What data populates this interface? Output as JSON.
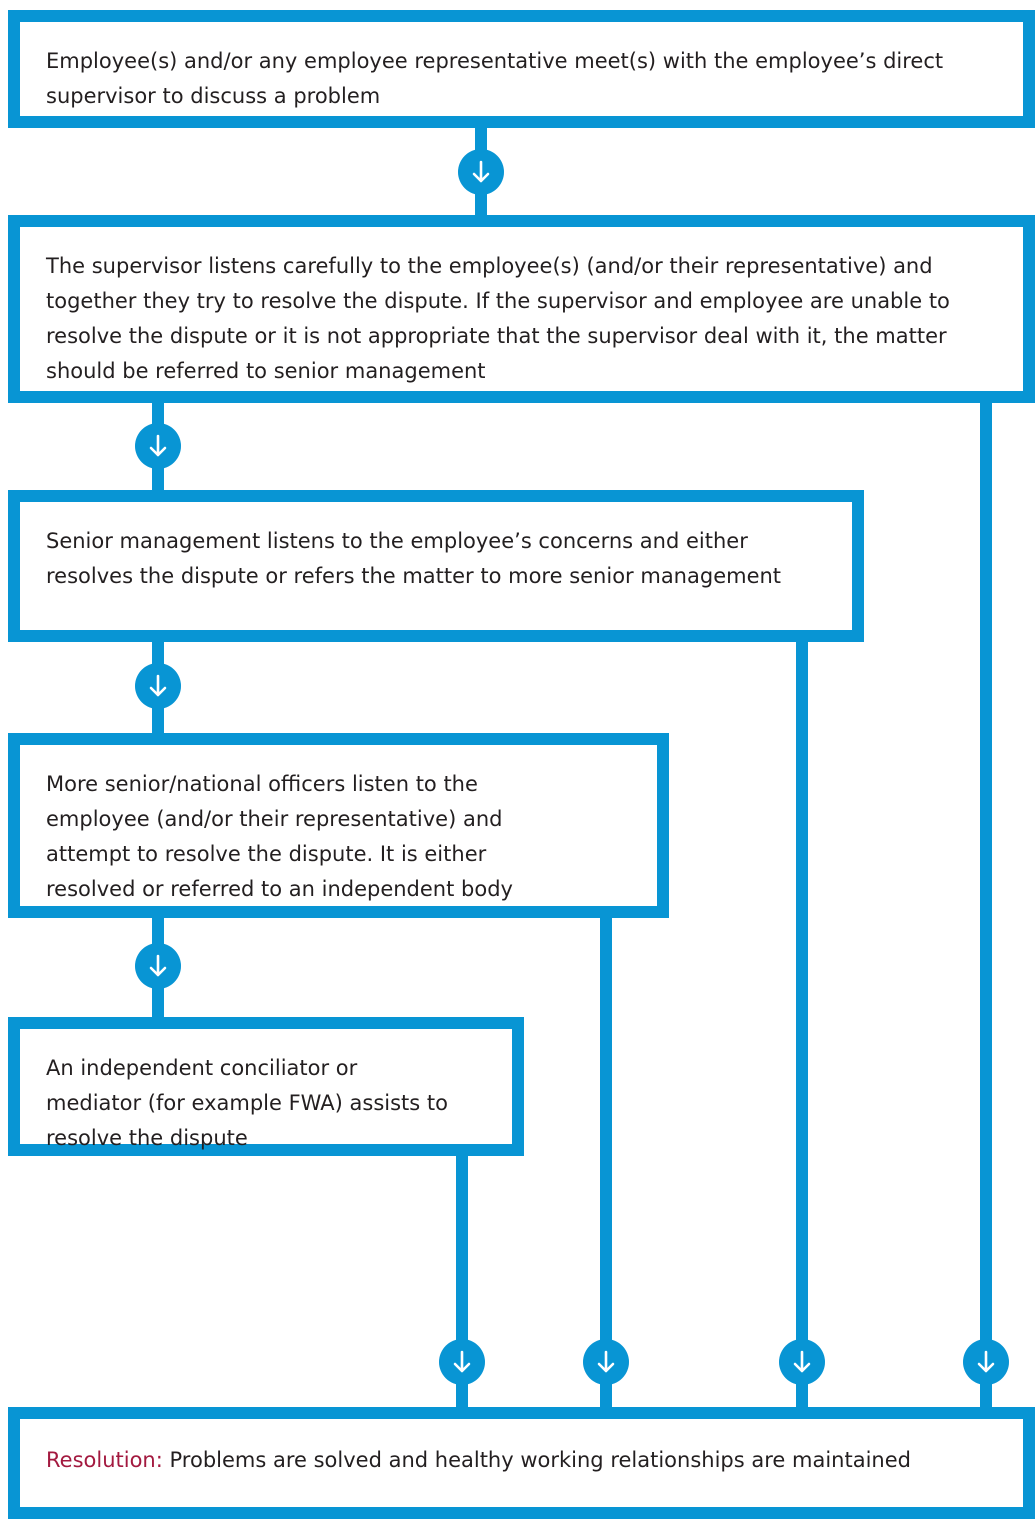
{
  "colors": {
    "accent": "#0895d4",
    "text": "#231f20",
    "resolution_label": "#a3193f",
    "arrow_glyph": "#ffffff"
  },
  "steps": [
    {
      "text": "Employee(s) and/or any employee representative meet(s) with the employee’s direct supervisor to discuss a problem"
    },
    {
      "text": "The supervisor listens carefully to the employee(s) (and/or their representative) and together they try to resolve the dispute. If the supervisor and employee are unable to resolve the dispute or it is not appropriate that the supervisor deal with it, the matter should be referred to senior management"
    },
    {
      "text": "Senior management listens to the employee’s concerns and either resolves the dispute or refers the matter to more senior management"
    },
    {
      "text": "More senior/national officers listen to the employee (and/or their representative) and attempt to resolve the dispute. It is either resolved or referred to an independent body"
    },
    {
      "text": "An independent conciliator or mediator (for example FWA) assists to resolve the dispute"
    }
  ],
  "resolution": {
    "label": "Resolution:",
    "text": "Problems are solved and healthy working relationships are maintained"
  },
  "arrow_icon": "down-arrow-icon"
}
